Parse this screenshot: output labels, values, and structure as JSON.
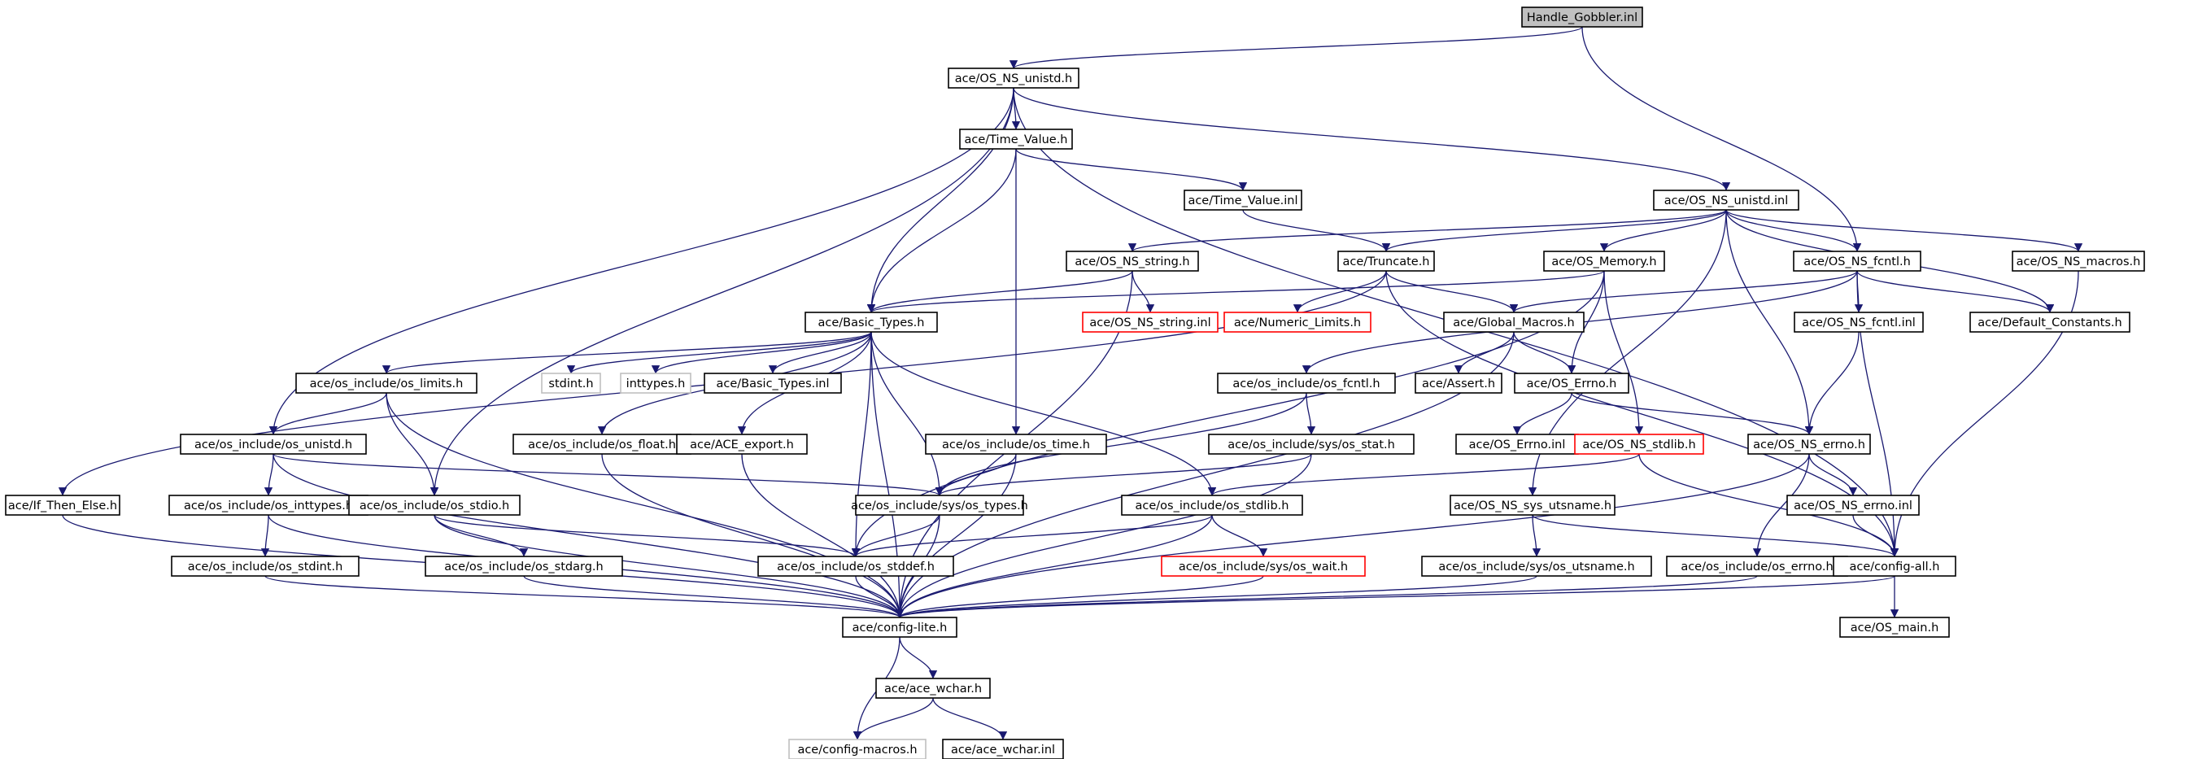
{
  "colors": {
    "edge": "#191970",
    "root_fill": "#c0c0c0",
    "node_border": "#000000",
    "missing_border": "#ff0000",
    "external_border": "#bfbfbf"
  },
  "nodes": [
    {
      "id": "handle_gobbler",
      "label": "Handle_Gobbler.inl",
      "kind": "root"
    },
    {
      "id": "os_ns_unistd_h",
      "label": "ace/OS_NS_unistd.h",
      "kind": "normal"
    },
    {
      "id": "time_value_h",
      "label": "ace/Time_Value.h",
      "kind": "normal"
    },
    {
      "id": "time_value_inl",
      "label": "ace/Time_Value.inl",
      "kind": "normal"
    },
    {
      "id": "os_ns_unistd_inl",
      "label": "ace/OS_NS_unistd.inl",
      "kind": "normal"
    },
    {
      "id": "os_ns_string_h",
      "label": "ace/OS_NS_string.h",
      "kind": "normal"
    },
    {
      "id": "truncate_h",
      "label": "ace/Truncate.h",
      "kind": "normal"
    },
    {
      "id": "os_memory_h",
      "label": "ace/OS_Memory.h",
      "kind": "normal"
    },
    {
      "id": "os_ns_fcntl_h",
      "label": "ace/OS_NS_fcntl.h",
      "kind": "normal"
    },
    {
      "id": "os_ns_macros_h",
      "label": "ace/OS_NS_macros.h",
      "kind": "normal"
    },
    {
      "id": "os_ns_string_inl",
      "label": "ace/OS_NS_string.inl",
      "kind": "missing"
    },
    {
      "id": "numeric_limits_h",
      "label": "ace/Numeric_Limits.h",
      "kind": "missing"
    },
    {
      "id": "global_macros_h",
      "label": "ace/Global_Macros.h",
      "kind": "normal"
    },
    {
      "id": "os_ns_fcntl_inl",
      "label": "ace/OS_NS_fcntl.inl",
      "kind": "normal"
    },
    {
      "id": "default_constants_h",
      "label": "ace/Default_Constants.h",
      "kind": "normal"
    },
    {
      "id": "basic_types_h",
      "label": "ace/Basic_Types.h",
      "kind": "normal"
    },
    {
      "id": "os_limits_h",
      "label": "ace/os_include/os_limits.h",
      "kind": "normal"
    },
    {
      "id": "stdint_h",
      "label": "stdint.h",
      "kind": "external"
    },
    {
      "id": "inttypes_h",
      "label": "inttypes.h",
      "kind": "external"
    },
    {
      "id": "basic_types_inl",
      "label": "ace/Basic_Types.inl",
      "kind": "normal"
    },
    {
      "id": "os_fcntl_h",
      "label": "ace/os_include/os_fcntl.h",
      "kind": "normal"
    },
    {
      "id": "assert_h",
      "label": "ace/Assert.h",
      "kind": "normal"
    },
    {
      "id": "os_errno_h",
      "label": "ace/OS_Errno.h",
      "kind": "normal"
    },
    {
      "id": "os_unistd_h",
      "label": "ace/os_include/os_unistd.h",
      "kind": "normal"
    },
    {
      "id": "os_float_h",
      "label": "ace/os_include/os_float.h",
      "kind": "normal"
    },
    {
      "id": "ace_export_h",
      "label": "ace/ACE_export.h",
      "kind": "normal"
    },
    {
      "id": "os_time_h",
      "label": "ace/os_include/os_time.h",
      "kind": "normal"
    },
    {
      "id": "sys_os_stat_h",
      "label": "ace/os_include/sys/os_stat.h",
      "kind": "normal"
    },
    {
      "id": "os_errno_inl",
      "label": "ace/OS_Errno.inl",
      "kind": "normal"
    },
    {
      "id": "os_ns_stdlib_h",
      "label": "ace/OS_NS_stdlib.h",
      "kind": "missing"
    },
    {
      "id": "os_ns_errno_h",
      "label": "ace/OS_NS_errno.h",
      "kind": "normal"
    },
    {
      "id": "if_then_else_h",
      "label": "ace/If_Then_Else.h",
      "kind": "normal"
    },
    {
      "id": "os_inttypes_h",
      "label": "ace/os_include/os_inttypes.h",
      "kind": "normal"
    },
    {
      "id": "os_stdio_h",
      "label": "ace/os_include/os_stdio.h",
      "kind": "normal"
    },
    {
      "id": "sys_os_types_h",
      "label": "ace/os_include/sys/os_types.h",
      "kind": "normal"
    },
    {
      "id": "os_stdlib_h",
      "label": "ace/os_include/os_stdlib.h",
      "kind": "normal"
    },
    {
      "id": "os_ns_sys_utsname_h",
      "label": "ace/OS_NS_sys_utsname.h",
      "kind": "normal"
    },
    {
      "id": "os_ns_errno_inl",
      "label": "ace/OS_NS_errno.inl",
      "kind": "normal"
    },
    {
      "id": "os_stdint_h",
      "label": "ace/os_include/os_stdint.h",
      "kind": "normal"
    },
    {
      "id": "os_stdarg_h",
      "label": "ace/os_include/os_stdarg.h",
      "kind": "normal"
    },
    {
      "id": "os_stddef_h",
      "label": "ace/os_include/os_stddef.h",
      "kind": "normal"
    },
    {
      "id": "sys_os_wait_h",
      "label": "ace/os_include/sys/os_wait.h",
      "kind": "missing"
    },
    {
      "id": "sys_os_utsname_h",
      "label": "ace/os_include/sys/os_utsname.h",
      "kind": "normal"
    },
    {
      "id": "os_errno_inc_h",
      "label": "ace/os_include/os_errno.h",
      "kind": "normal"
    },
    {
      "id": "config_all_h",
      "label": "ace/config-all.h",
      "kind": "normal"
    },
    {
      "id": "config_lite_h",
      "label": "ace/config-lite.h",
      "kind": "normal"
    },
    {
      "id": "os_main_h",
      "label": "ace/OS_main.h",
      "kind": "normal"
    },
    {
      "id": "ace_wchar_h",
      "label": "ace/ace_wchar.h",
      "kind": "normal"
    },
    {
      "id": "config_macros_h",
      "label": "ace/config-macros.h",
      "kind": "external"
    },
    {
      "id": "ace_wchar_inl",
      "label": "ace/ace_wchar.inl",
      "kind": "normal"
    }
  ],
  "edges": [
    [
      "handle_gobbler",
      "os_ns_unistd_h"
    ],
    [
      "handle_gobbler",
      "os_ns_fcntl_h"
    ],
    [
      "os_ns_unistd_h",
      "time_value_h"
    ],
    [
      "os_ns_unistd_h",
      "os_ns_unistd_inl"
    ],
    [
      "os_ns_unistd_h",
      "basic_types_h"
    ],
    [
      "os_ns_unistd_h",
      "os_unistd_h"
    ],
    [
      "os_ns_unistd_h",
      "os_stdio_h"
    ],
    [
      "os_ns_unistd_h",
      "config_all_h"
    ],
    [
      "time_value_h",
      "time_value_inl"
    ],
    [
      "time_value_h",
      "basic_types_h"
    ],
    [
      "time_value_h",
      "os_time_h"
    ],
    [
      "time_value_inl",
      "truncate_h"
    ],
    [
      "os_ns_unistd_inl",
      "os_ns_string_h"
    ],
    [
      "os_ns_unistd_inl",
      "truncate_h"
    ],
    [
      "os_ns_unistd_inl",
      "os_memory_h"
    ],
    [
      "os_ns_unistd_inl",
      "os_ns_fcntl_h"
    ],
    [
      "os_ns_unistd_inl",
      "os_ns_macros_h"
    ],
    [
      "os_ns_unistd_inl",
      "default_constants_h"
    ],
    [
      "os_ns_unistd_inl",
      "os_ns_errno_h"
    ],
    [
      "os_ns_unistd_inl",
      "os_ns_sys_utsname_h"
    ],
    [
      "os_ns_string_h",
      "os_ns_string_inl"
    ],
    [
      "os_ns_string_h",
      "basic_types_h"
    ],
    [
      "os_ns_string_h",
      "config_lite_h"
    ],
    [
      "truncate_h",
      "numeric_limits_h"
    ],
    [
      "truncate_h",
      "global_macros_h"
    ],
    [
      "truncate_h",
      "if_then_else_h"
    ],
    [
      "truncate_h",
      "config_all_h"
    ],
    [
      "os_memory_h",
      "os_errno_h"
    ],
    [
      "os_memory_h",
      "os_ns_stdlib_h"
    ],
    [
      "os_memory_h",
      "basic_types_h"
    ],
    [
      "os_memory_h",
      "os_stddef_h"
    ],
    [
      "os_ns_fcntl_h",
      "os_ns_fcntl_inl"
    ],
    [
      "os_ns_fcntl_h",
      "default_constants_h"
    ],
    [
      "os_ns_fcntl_h",
      "global_macros_h"
    ],
    [
      "os_ns_fcntl_h",
      "os_fcntl_h"
    ],
    [
      "os_ns_fcntl_h",
      "config_all_h"
    ],
    [
      "os_ns_macros_h",
      "config_all_h"
    ],
    [
      "global_macros_h",
      "assert_h"
    ],
    [
      "global_macros_h",
      "os_errno_h"
    ],
    [
      "global_macros_h",
      "config_lite_h"
    ],
    [
      "os_ns_fcntl_inl",
      "os_ns_errno_h"
    ],
    [
      "basic_types_h",
      "os_limits_h"
    ],
    [
      "basic_types_h",
      "stdint_h"
    ],
    [
      "basic_types_h",
      "inttypes_h"
    ],
    [
      "basic_types_h",
      "basic_types_inl"
    ],
    [
      "basic_types_h",
      "os_float_h"
    ],
    [
      "basic_types_h",
      "ace_export_h"
    ],
    [
      "basic_types_h",
      "sys_os_types_h"
    ],
    [
      "basic_types_h",
      "os_stdlib_h"
    ],
    [
      "basic_types_h",
      "os_stddef_h"
    ],
    [
      "basic_types_h",
      "config_lite_h"
    ],
    [
      "os_limits_h",
      "os_unistd_h"
    ],
    [
      "os_limits_h",
      "os_stdio_h"
    ],
    [
      "os_limits_h",
      "config_lite_h"
    ],
    [
      "os_fcntl_h",
      "sys_os_stat_h"
    ],
    [
      "os_fcntl_h",
      "sys_os_types_h"
    ],
    [
      "os_errno_h",
      "os_errno_inl"
    ],
    [
      "os_errno_h",
      "os_ns_errno_h"
    ],
    [
      "os_unistd_h",
      "os_inttypes_h"
    ],
    [
      "os_unistd_h",
      "sys_os_types_h"
    ],
    [
      "os_unistd_h",
      "config_lite_h"
    ],
    [
      "os_float_h",
      "config_lite_h"
    ],
    [
      "ace_export_h",
      "config_lite_h"
    ],
    [
      "os_time_h",
      "sys_os_types_h"
    ],
    [
      "os_time_h",
      "config_lite_h"
    ],
    [
      "sys_os_stat_h",
      "sys_os_types_h"
    ],
    [
      "sys_os_stat_h",
      "config_lite_h"
    ],
    [
      "os_ns_stdlib_h",
      "os_stdlib_h"
    ],
    [
      "os_ns_stdlib_h",
      "config_all_h"
    ],
    [
      "os_ns_errno_h",
      "os_ns_errno_inl"
    ],
    [
      "os_ns_errno_h",
      "os_errno_inc_h"
    ],
    [
      "os_ns_errno_h",
      "config_lite_h"
    ],
    [
      "if_then_else_h",
      "config_lite_h"
    ],
    [
      "os_inttypes_h",
      "os_stdint_h"
    ],
    [
      "os_inttypes_h",
      "config_lite_h"
    ],
    [
      "os_stdio_h",
      "os_stdarg_h"
    ],
    [
      "os_stdio_h",
      "os_stddef_h"
    ],
    [
      "os_stdio_h",
      "config_lite_h"
    ],
    [
      "sys_os_types_h",
      "os_stddef_h"
    ],
    [
      "sys_os_types_h",
      "config_lite_h"
    ],
    [
      "os_stdlib_h",
      "sys_os_wait_h"
    ],
    [
      "os_stdlib_h",
      "os_stddef_h"
    ],
    [
      "os_stdlib_h",
      "config_lite_h"
    ],
    [
      "os_ns_sys_utsname_h",
      "sys_os_utsname_h"
    ],
    [
      "os_ns_sys_utsname_h",
      "config_all_h"
    ],
    [
      "os_ns_errno_inl",
      "config_all_h"
    ],
    [
      "os_stdint_h",
      "config_lite_h"
    ],
    [
      "os_stdarg_h",
      "config_lite_h"
    ],
    [
      "os_stddef_h",
      "config_lite_h"
    ],
    [
      "sys_os_wait_h",
      "config_lite_h"
    ],
    [
      "sys_os_utsname_h",
      "config_lite_h"
    ],
    [
      "os_errno_inc_h",
      "config_lite_h"
    ],
    [
      "config_all_h",
      "config_lite_h"
    ],
    [
      "config_all_h",
      "os_main_h"
    ],
    [
      "config_lite_h",
      "ace_wchar_h"
    ],
    [
      "config_lite_h",
      "config_macros_h"
    ],
    [
      "ace_wchar_h",
      "config_macros_h"
    ],
    [
      "ace_wchar_h",
      "ace_wchar_inl"
    ]
  ]
}
